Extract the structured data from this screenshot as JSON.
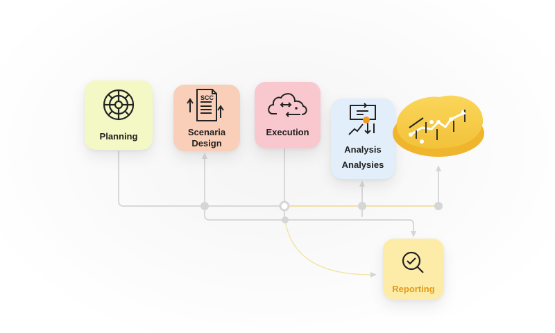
{
  "diagram": {
    "nodes": [
      {
        "id": "planning",
        "label": "Planning",
        "icon": "radar-target-icon",
        "color": "#f4f8c4"
      },
      {
        "id": "scenario",
        "label_line1": "Scenaria",
        "label_line2": "Design",
        "icon": "document-icon",
        "icon_text": "SCC",
        "color": "#f9cfb9"
      },
      {
        "id": "execution",
        "label": "Execution",
        "icon": "cloud-sync-icon",
        "color": "#f9c8cf"
      },
      {
        "id": "analysis",
        "label_line1": "Analysis",
        "label_line2": "Analysies",
        "icon": "analysis-chart-icon",
        "color": "#e2eefa"
      },
      {
        "id": "metrics",
        "label": "",
        "icon": "growth-chart-coin",
        "color": "#f8c93c"
      },
      {
        "id": "reporting",
        "label": "Reporting",
        "icon": "search-check-icon",
        "color": "#fdeca8",
        "label_color": "#e49a16"
      }
    ],
    "connector_color": "#d6d6d6",
    "highlight_connector_color": "#f3dc9a"
  }
}
